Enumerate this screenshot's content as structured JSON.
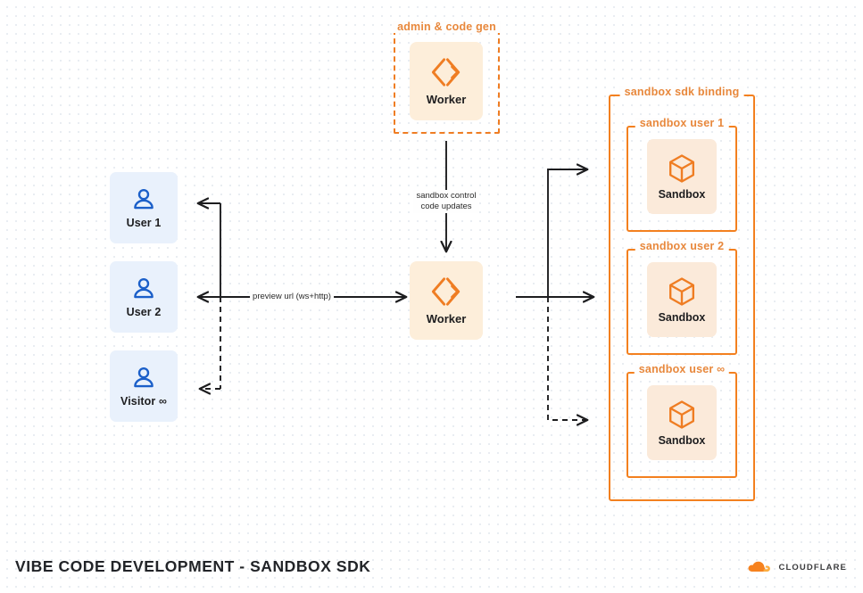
{
  "footer": {
    "title": "VIBE CODE DEVELOPMENT - SANDBOX SDK",
    "logo_text": "CLOUDFLARE",
    "logo_icon": "cloudflare-cloud-icon"
  },
  "colors": {
    "orange": "#ef7d23",
    "orange_label": "#e8883c",
    "orange_fill": "#fbeada",
    "worker_fill": "#fdeeda",
    "blue": "#1b5fc9",
    "blue_fill": "#e9f1fc",
    "line": "#1d1d1f",
    "dot_grid": "#e9edf2"
  },
  "users": [
    {
      "label": "User 1",
      "icon": "person-icon"
    },
    {
      "label": "User 2",
      "icon": "person-icon"
    },
    {
      "label": "Visitor ∞",
      "icon": "person-icon"
    }
  ],
  "admin_group": {
    "caption": "admin & code gen",
    "worker": {
      "label": "Worker",
      "icon": "cloudflare-workers-icon"
    }
  },
  "center_worker": {
    "label": "Worker",
    "icon": "cloudflare-workers-icon"
  },
  "binding_group": {
    "caption": "sandbox sdk binding",
    "sandboxes": [
      {
        "caption": "sandbox user 1",
        "label": "Sandbox",
        "icon": "cube-icon"
      },
      {
        "caption": "sandbox user 2",
        "label": "Sandbox",
        "icon": "cube-icon"
      },
      {
        "caption": "sandbox user ∞",
        "label": "Sandbox",
        "icon": "cube-icon"
      }
    ]
  },
  "edges": {
    "control": "sandbox control\ncode updates",
    "control_line1": "sandbox control",
    "control_line2": "code updates",
    "preview": "preview url (ws+http)"
  }
}
